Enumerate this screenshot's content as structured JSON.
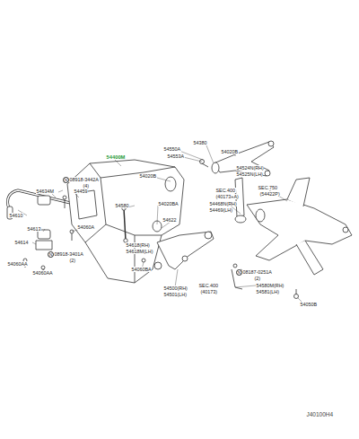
{
  "diagram": {
    "labels": [
      "54400M",
      "N",
      "08918-3442A",
      "(4)",
      "54634M",
      "54459",
      "54610",
      "54613",
      "54060A",
      "54614",
      "N",
      "08918-3401A",
      "(2)",
      "54060AA",
      "54060AA",
      "54580",
      "54020B",
      "54020BA",
      "54622",
      "54618(RH)",
      "54618M(LH)",
      "54060BA",
      "54500(RH)",
      "54501(LH)",
      "SEC.400",
      "(40173)",
      "54550A",
      "54380",
      "54553A",
      "54020B",
      "54524N(RH)",
      "54525N(LH)",
      "SEC.400",
      "(40173+A)",
      "54468N(RH)",
      "54469(LH)",
      "SEC.750",
      "(54422P)",
      "N",
      "08187-0251A",
      "(2)",
      "54580M(RH)",
      "54581(LH)",
      "54050B",
      "J40100H4"
    ]
  }
}
